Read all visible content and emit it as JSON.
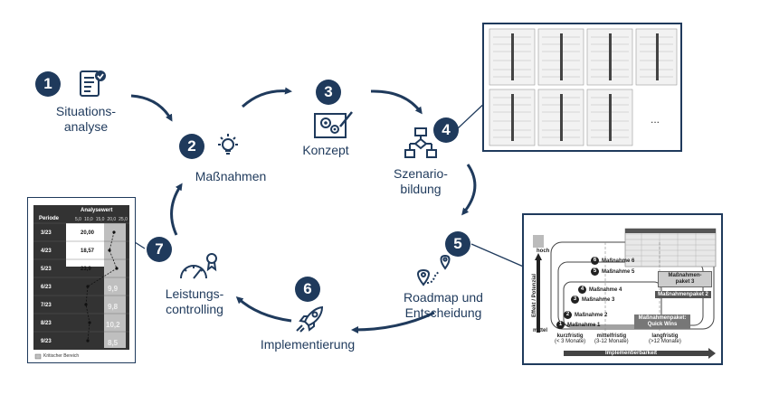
{
  "steps": [
    {
      "num": "1",
      "line1": "Situations-",
      "line2": "analyse",
      "icon": "checklist-icon"
    },
    {
      "num": "2",
      "line1": "Maßnahmen",
      "line2": "",
      "icon": "lightbulb-icon"
    },
    {
      "num": "3",
      "line1": "Konzept",
      "line2": "",
      "icon": "gear-pencil-icon"
    },
    {
      "num": "4",
      "line1": "Szenario-",
      "line2": "bildung",
      "icon": "flowchart-icon"
    },
    {
      "num": "5",
      "line1": "Roadmap und",
      "line2": "Entscheidung",
      "icon": "route-pin-icon"
    },
    {
      "num": "6",
      "line1": "Implementierung",
      "line2": "",
      "icon": "rocket-icon"
    },
    {
      "num": "7",
      "line1": "Leistungs-",
      "line2": "controlling",
      "icon": "gauge-award-icon"
    }
  ],
  "scenario_thumb": {
    "ellipsis": "..."
  },
  "roadmap_thumb": {
    "y_axis_label": "Effekt / Potenzial",
    "y_high": "hoch",
    "y_mid": "mittel",
    "x_axis_label": "Implementierbarkeit",
    "x_ticks": [
      {
        "main": "kurzfristig",
        "sub": "(< 3 Monate)"
      },
      {
        "main": "mittelfristig",
        "sub": "(3-12 Monate)"
      },
      {
        "main": "langfristig",
        "sub": "(>12 Monate)"
      }
    ],
    "measures": [
      {
        "n": "1",
        "label": "Maßnahme 1"
      },
      {
        "n": "2",
        "label": "Maßnahme 2"
      },
      {
        "n": "3",
        "label": "Maßnahme 3"
      },
      {
        "n": "4",
        "label": "Maßnahme 4"
      },
      {
        "n": "5",
        "label": "Maßnahme 5"
      },
      {
        "n": "6",
        "label": "Maßnahme 6"
      }
    ],
    "packages": {
      "p1a": "Maßnahmenpaket:",
      "p1b": "Quick Wins",
      "p2": "Maßnahmenpaket 2",
      "p3a": "Maßnahmen-",
      "p3b": "paket 3"
    }
  },
  "controlling_thumb": {
    "col_period": "Periode",
    "col_value": "Analysewert",
    "ticks": [
      "5,0",
      "10,0",
      "15,0",
      "20,0",
      "25,0"
    ],
    "rows": [
      {
        "period": "3/23",
        "value": "20,00",
        "dark": false
      },
      {
        "period": "4/23",
        "value": "18,57",
        "dark": false
      },
      {
        "period": "5/23",
        "value": "23,9",
        "dark": false
      },
      {
        "period": "6/23",
        "value": "9,9",
        "dark": true
      },
      {
        "period": "7/23",
        "value": "9,8",
        "dark": true
      },
      {
        "period": "8/23",
        "value": "10,2",
        "dark": true
      },
      {
        "period": "9/23",
        "value": "8,5",
        "dark": true
      }
    ],
    "legend": "Kritischer Bereich"
  }
}
